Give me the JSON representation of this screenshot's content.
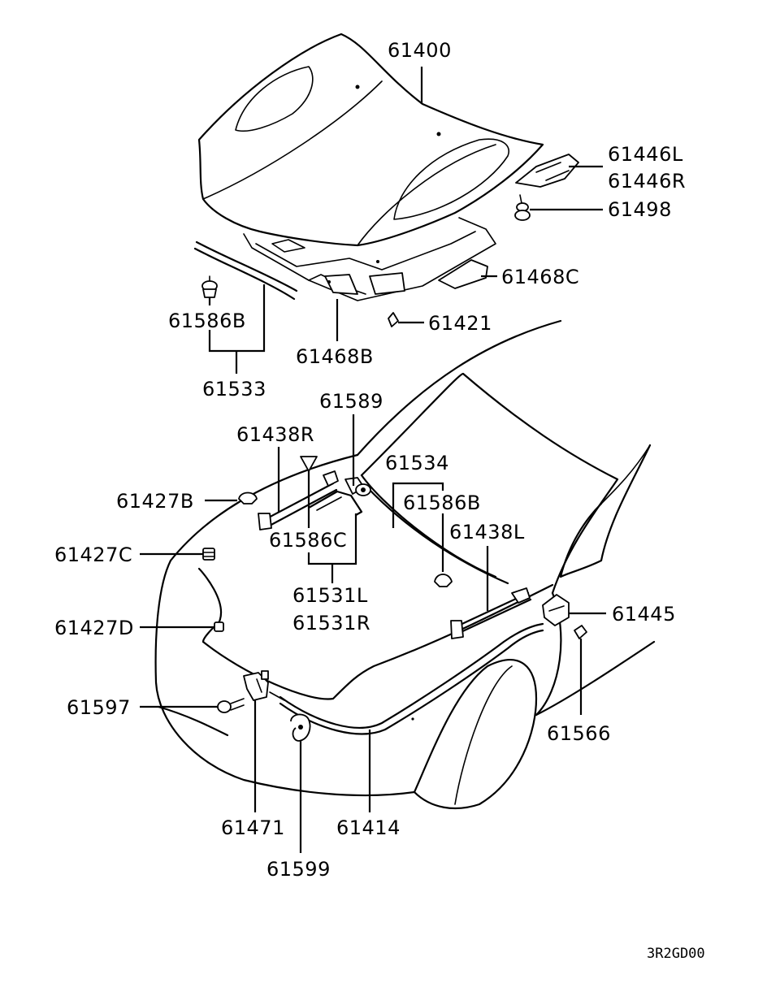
{
  "diagram": {
    "labels": {
      "p61400": "61400",
      "p61446L": "61446L",
      "p61446R": "61446R",
      "p61498": "61498",
      "p61468C": "61468C",
      "p61421": "61421",
      "p61468B": "61468B",
      "p61586B_top": "61586B",
      "p61533": "61533",
      "p61589": "61589",
      "p61438R": "61438R",
      "p61534": "61534",
      "p61586B_mid": "61586B",
      "p61427B": "61427B",
      "p61438L": "61438L",
      "p61586C": "61586C",
      "p61427C": "61427C",
      "p61531L": "61531L",
      "p61531R": "61531R",
      "p61445": "61445",
      "p61427D": "61427D",
      "p61597": "61597",
      "p61566": "61566",
      "p61471": "61471",
      "p61414": "61414",
      "p61599": "61599"
    },
    "diagram_code": "3R2GD00"
  }
}
